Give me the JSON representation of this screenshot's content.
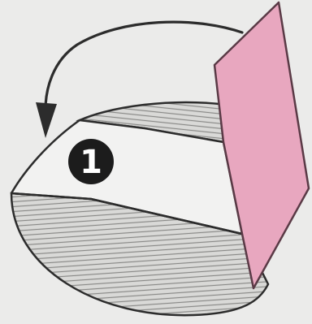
{
  "diagram": {
    "step_number": "1",
    "colors": {
      "background": "#ebebea",
      "paper_fill": "#f2f2f1",
      "hatch_fill": "#d9d9d7",
      "hatch_line": "#8a8a88",
      "outline": "#2c2c2c",
      "flap_pink": "#e8a7bf",
      "flap_edge": "#5a3a46",
      "badge_fill": "#1c1c1c",
      "badge_text": "#ffffff"
    },
    "elements": {
      "rotation_arrow": "curved-arrow-icon",
      "flap": "folded-pink-flap",
      "step_badge": "step-number-badge"
    }
  }
}
